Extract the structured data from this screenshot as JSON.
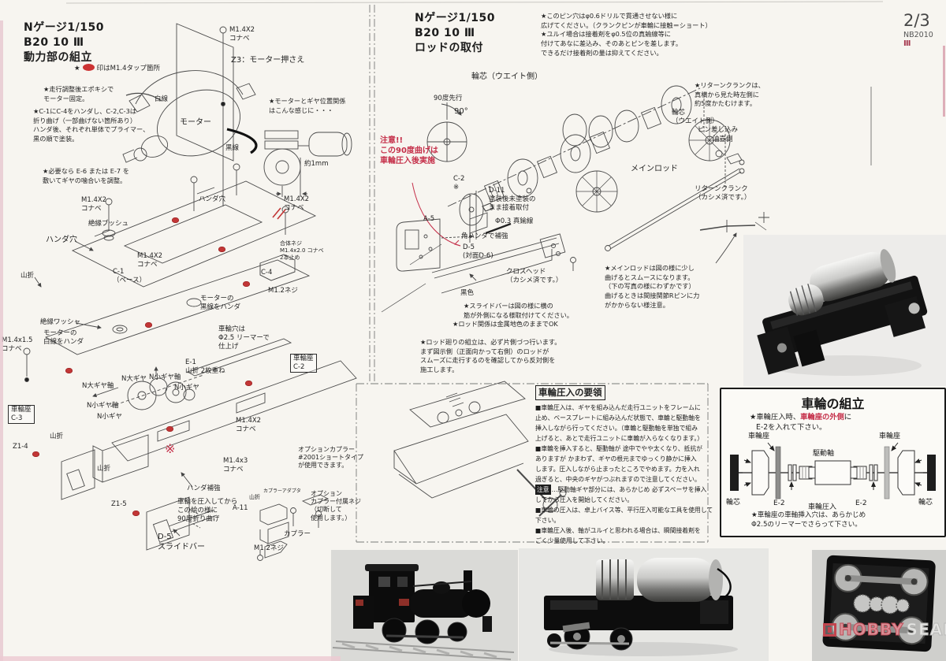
{
  "page": {
    "number": "2/3",
    "code": "NB2010",
    "code_mark": "Ⅲ"
  },
  "watermark": {
    "word1": "HOBBY",
    "word2": "SEARCH"
  },
  "colors": {
    "accent_red": "#c5304a",
    "tap_dot_red": "#c23636"
  },
  "left": {
    "title": "Nゲージ1/150\nB20 10 Ⅲ\n動力部の組立",
    "legend_star": "★",
    "legend_text": "印はM1.4タップ箇所",
    "note_epoxy": "★走行調整後エポキシで\nモーター固定。",
    "note_paint": "★C-1にC-4をハンダし、C-2,C-3は\n折り曲げ（一部曲げない箇所あり）\nハンダ後、それぞれ単体でプライマー、\n黒の順で塗装。",
    "note_gear": "★必要なら E-6 または E-7 を\n敷いてギヤの噛合いを調整。",
    "labels": [
      "M1.4X2\nコナベ",
      "Z3：モーター押さえ",
      "白線",
      "モーター",
      "黒線",
      "★モーターとギヤ位置関係\nはこんな感じに・・・",
      "約1mm",
      "M1.4X2\nコナベ",
      "ハンダ穴",
      "M1.4X2\nコナベ",
      "絶縁ブッシュ",
      "ハンダ穴",
      "山折",
      "M1.4X2\nコナベ",
      "C-1\n（ベース）",
      "合体ネジ\nM1.4x2.0 コナベ\n2本止め",
      "C-4",
      "M1.2ネジ",
      "モーターの\n黒線をハンダ",
      "絶縁ワッシャ",
      "モーターの\n白線をハンダ",
      "M1.4x1.5\nコナベ",
      "車輪穴は\nΦ2.5 リーマーで\n仕上げ",
      "車輪座\nC-2",
      "E-1\n山折 2枚重ね",
      "N大ギヤ",
      "N小ギヤ軸",
      "N大ギヤ軸",
      "N小ギヤ",
      "N小ギヤ軸",
      "N小ギヤ",
      "車輪座\nC-3",
      "山折",
      "Z1-4",
      "M1.4X2\nコナベ",
      "※",
      "M1.4x3\nコナベ",
      "山折",
      "ハンダ補強",
      "車輪を圧入してから\nこの絵の様に\n90度折り曲げ",
      "Z1-5",
      "A-11",
      "山折",
      "カプラーアダプタ",
      "D-5\nスライドバー",
      "カプラー",
      "M1.2ネジ",
      "オプションカプラー\n#2001ショートタイプ\nが使用できます。",
      "オプション\nカプラー付属ネジ\n（切断して\n使用します。）"
    ]
  },
  "middle": {
    "title": "Nゲージ1/150\nB20 10 Ⅲ\nロッドの取付",
    "note_pin": "★このピン穴はφ0.6ドリルで貫通させない様に\n広げてください。（クランクピンが車輪に接触＝ショート）\n★ユルイ場合は接着剤をφ0.5位の真鍮線等に\n付けてあなに差込み、そのあとピンを差します。\nできるだけ接着剤の量は抑えてください。",
    "caution": "注意!!\nこの90度曲げは\n車輪圧入後実施",
    "labels": [
      "輪芯（ウエイト側）",
      "90度先行",
      "90°",
      "★リターンクランクは、\n真横から見た時左側に\n約5度かたむけます。",
      "輪芯\n（ウエイト側）",
      "ピン差し込み",
      "油壺側",
      "メインロッド",
      "リターンクランク\n（カシメ済です。）",
      "C-2\n※",
      "D-11\n塗装後未塗装の\nまま接着取付",
      "A-5",
      "Φ0.3 真鍮線",
      "角ハンダで補強",
      "D-5\n(対面D-6)",
      "クロスヘッド\n（カシメ済です。）",
      "黒色",
      "★スライドバーは図の様に横の\n筋が外側になる様取付けてください。",
      "★ロッド関係は金属地色のままでOK",
      "★ロッド廻りの組立は、必ず片側づつ行います。\nまず図示側（正面向かって右側）のロッドが\nスムーズに走行するのを確認してから反対側を\n施工します。",
      "★メインロッドは図の様に少し\n曲げるとスムースになります。\n（下の写真の様にわずかです）\n曲げるときは間接関節Rピンに力\nがかからない様注意。"
    ]
  },
  "press": {
    "title": "車輪圧入の要領",
    "body1": "■車輪圧入は、ギヤを組み込んだ走行ユニットをフレームに\n止め、ベースプレートに組み込んだ状態で、車輪と駆動軸を\n挿入しながら行ってください。（車輪と駆動軸を単独で組み\n上げると、あとで走行ユニットに車輪が入らなくなります。）\n■車輪を挿入すると、駆動軸が 途中でやや太くなり、抵抗が\nありますが かまわず、ギヤの根元までゆっくり静かに挿入\nします。圧入しながら止まったところでやめます。力を入れ\n過ぎると、中央のギヤがつぶれますので注意してください。",
    "warn_label": "注意",
    "warn_text": "…駆動軸ギヤ部分には、あらかじめ 必ずスペーサを挿入\nしてから圧入を開始してください。",
    "body2": "■車輪の圧入は、卓上バイス等、平行圧入可能な工具を使用して\n下さい。\n■車輪圧入後、軸がユルイと思われる場合は、瞬間接着剤を\nごく少量使用して下さい。"
  },
  "wheel_box": {
    "title": "車輪の組立",
    "note1_pre": "★車輪圧入時、",
    "note1_red": "車輪座の外側",
    "note1_post": "に",
    "note1_line2": "E-2を入れて下さい。",
    "seat_left": "車輪座",
    "seat_right": "車輪座",
    "axle": "駆動軸",
    "core_left": "輪芯",
    "core_right": "輪芯",
    "e2_left": "E-2",
    "e2_right": "E-2",
    "press_label": "車輪圧入",
    "note2": "★車輪座の車軸挿入穴は、あらかじめ\nΦ2.5のリーマーでさらって下さい。"
  }
}
